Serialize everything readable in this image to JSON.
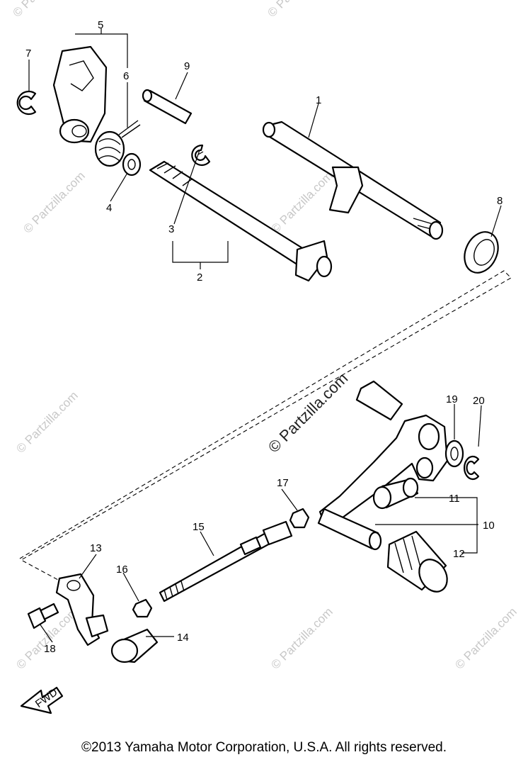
{
  "callouts": {
    "p1": "1",
    "p2": "2",
    "p3": "3",
    "p4": "4",
    "p5": "5",
    "p6": "6",
    "p7": "7",
    "p8": "8",
    "p9": "9",
    "p10": "10",
    "p11": "11",
    "p12": "12",
    "p13": "13",
    "p14": "14",
    "p15": "15",
    "p16": "16",
    "p17": "17",
    "p18": "18",
    "p19": "19",
    "p20": "20"
  },
  "fwd_label": "FWD",
  "watermark": "© Partzilla.com",
  "copyright": "©2013  Yamaha Motor Corporation, U.S.A. All rights reserved."
}
